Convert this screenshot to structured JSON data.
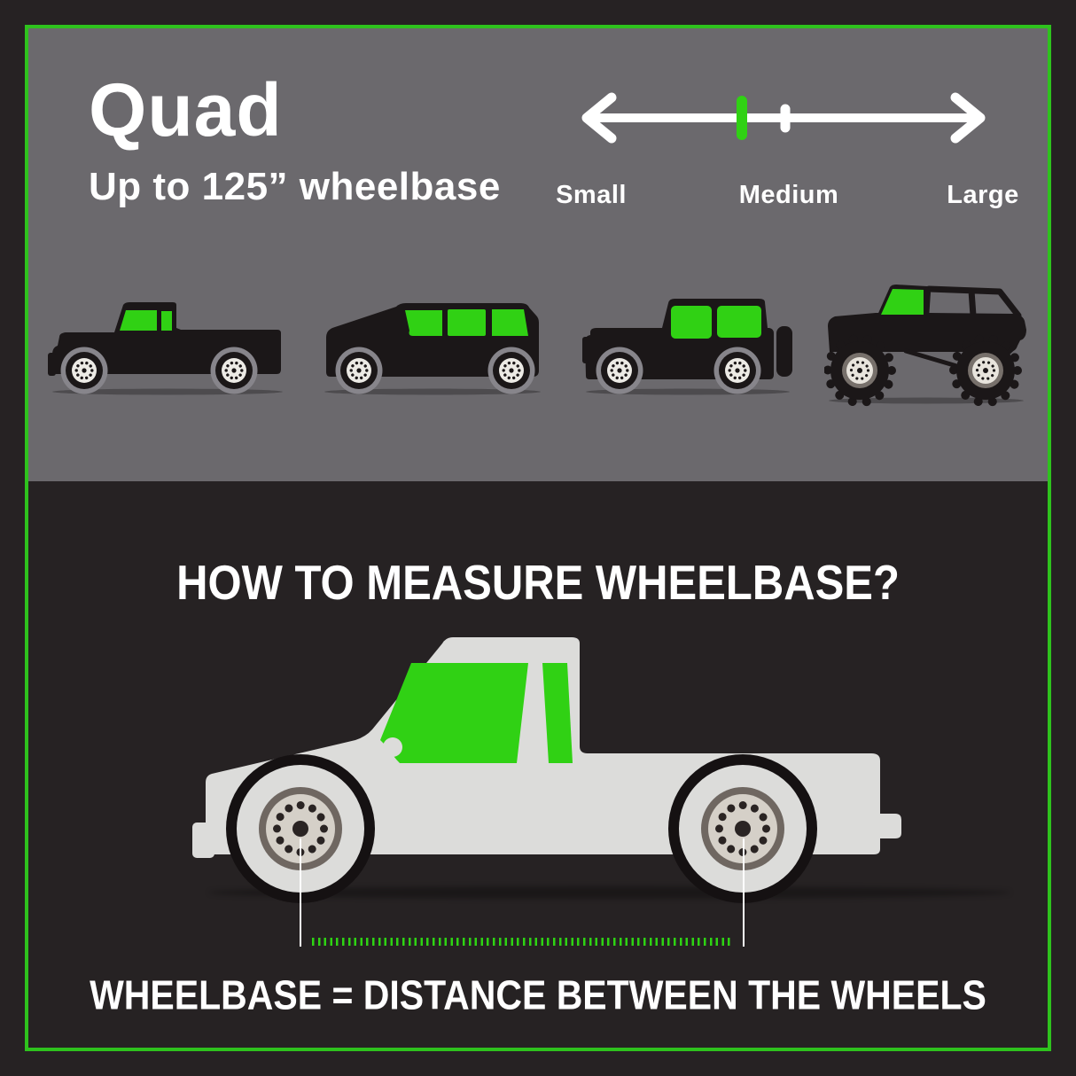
{
  "colors": {
    "background": "#262223",
    "panel_gray": "#6b696d",
    "frame_green": "#2ec21d",
    "accent_green": "#30d114",
    "vehicle_black": "#1b1718",
    "truck_body_gray": "#dcdcda",
    "text_white": "#ffffff"
  },
  "header": {
    "title": "Quad",
    "subtitle": "Up to 125” wheelbase"
  },
  "size_scale": {
    "labels": [
      "Small",
      "Medium",
      "Large"
    ],
    "selected": "Medium",
    "marker_color": "#30d114"
  },
  "vehicle_row": {
    "icons": [
      "pickup-truck-icon",
      "suv-icon",
      "jeep-icon",
      "monster-truck-icon"
    ]
  },
  "measure_section": {
    "title": "HOW TO MEASURE WHEELBASE?",
    "caption": "WHEELBASE = DISTANCE BETWEEN THE WHEELS",
    "icon": "measured-pickup-truck-icon"
  }
}
